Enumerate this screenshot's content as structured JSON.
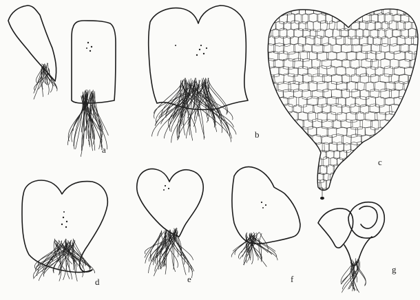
{
  "figure": {
    "panels": [
      {
        "id": "a",
        "label": "a"
      },
      {
        "id": "b",
        "label": "b"
      },
      {
        "id": "c",
        "label": "c"
      },
      {
        "id": "d",
        "label": "d"
      },
      {
        "id": "e",
        "label": "e"
      },
      {
        "id": "f",
        "label": "f"
      },
      {
        "id": "g",
        "label": "g"
      }
    ]
  }
}
